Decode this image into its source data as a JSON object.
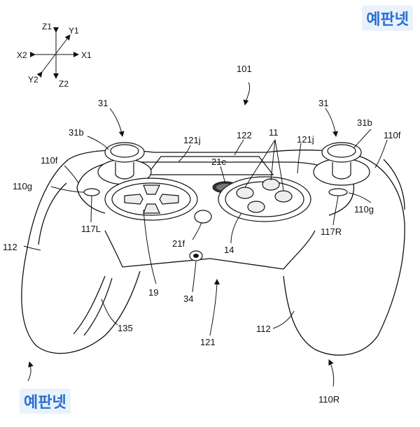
{
  "watermark": "예판넷",
  "axes": {
    "z1": "Z1",
    "y1": "Y1",
    "x2": "X2",
    "x1": "X1",
    "y2": "Y2",
    "z2": "Z2"
  },
  "labels": {
    "r101": "101",
    "r31_left": "31",
    "r31_right": "31",
    "r31b_left": "31b",
    "r31b_right": "31b",
    "r121j_left": "121j",
    "r121j_right": "121j",
    "r122": "122",
    "r11": "11",
    "r110f_left": "110f",
    "r110f_right": "110f",
    "r21c": "21c",
    "r110g_left": "110g",
    "r110g_right": "110g",
    "r117L": "117L",
    "r117R": "117R",
    "r112_left": "112",
    "r112_right": "112",
    "r21f": "21f",
    "r14": "14",
    "r19": "19",
    "r34": "34",
    "r135": "135",
    "r121": "121",
    "r110R": "110R"
  }
}
